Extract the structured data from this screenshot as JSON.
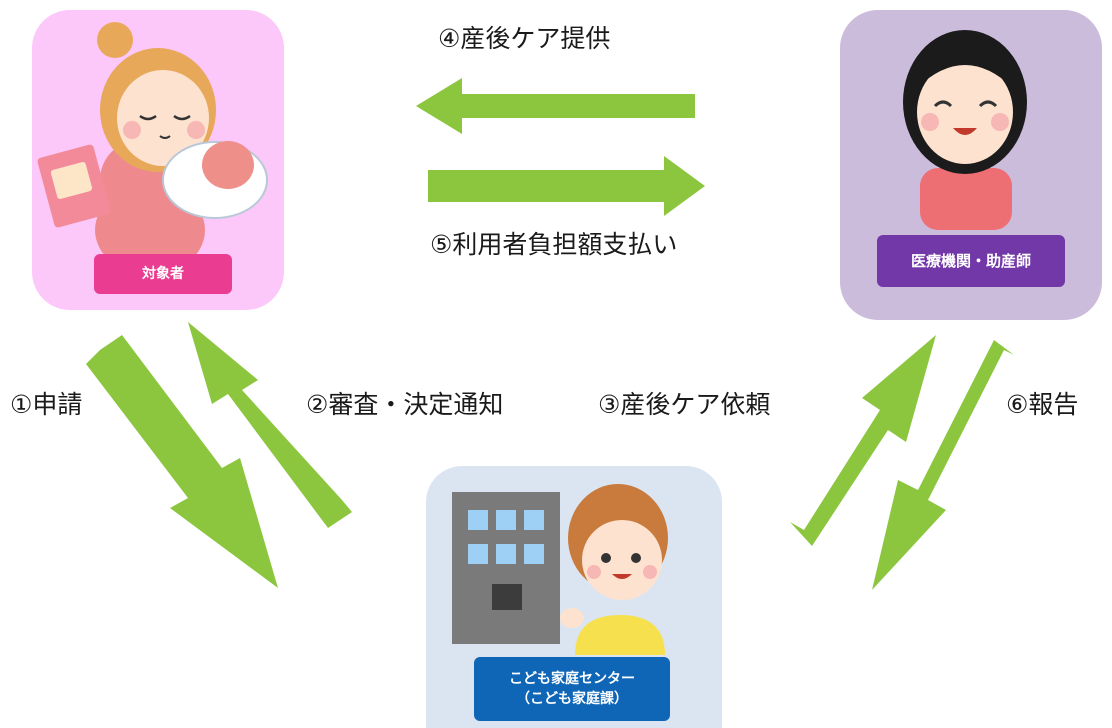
{
  "nodes": {
    "subject": {
      "label": "対象者"
    },
    "provider": {
      "label": "医療機関・助産師"
    },
    "center": {
      "label_line1": "こども家庭センター",
      "label_line2": "（こども家庭課）"
    }
  },
  "flows": {
    "f1": "①申請",
    "f2": "②審査・決定通知",
    "f3": "③産後ケア依頼",
    "f4": "④産後ケア提供",
    "f5": "⑤利用者負担額支払い",
    "f6": "⑥報告"
  },
  "colors": {
    "arrow": "#8cc63f",
    "subject_panel": "#fcc8f9",
    "subject_badge": "#ea3d91",
    "provider_panel": "#cbbcdc",
    "provider_badge": "#7338a8",
    "center_panel": "#dbe5f2",
    "center_badge": "#0f66b6"
  }
}
